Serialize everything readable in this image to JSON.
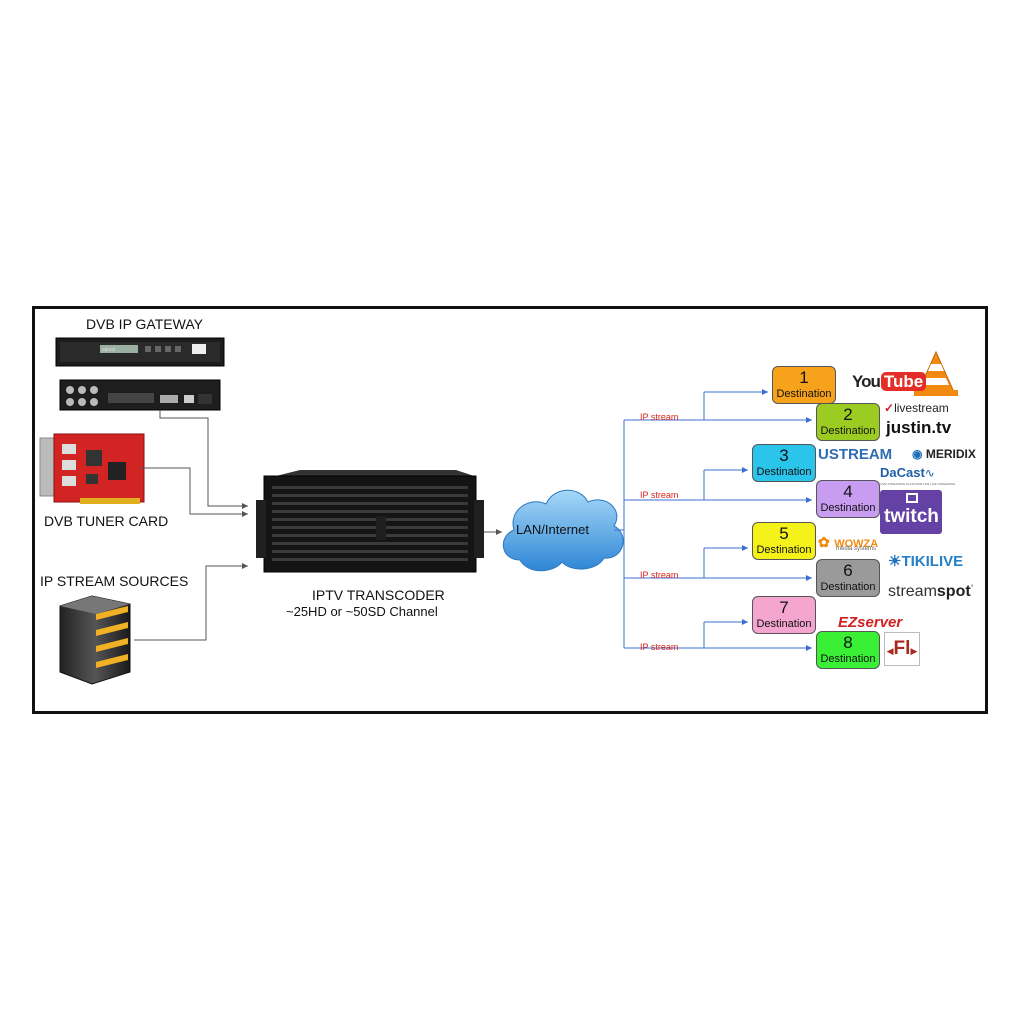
{
  "sources": {
    "gateway_label": "DVB IP GATEWAY",
    "gateway_brand": "alpsat",
    "tuner_label": "DVB TUNER CARD",
    "ip_sources_label": "IP STREAM SOURCES"
  },
  "transcoder": {
    "title": "IPTV TRANSCODER",
    "subtitle": "~25HD or ~50SD Channel"
  },
  "cloud": {
    "label": "LAN/Internet"
  },
  "stream_label": "IP stream",
  "destination_word": "Destination",
  "destinations": [
    {
      "num": "1",
      "color": "#f7a21b"
    },
    {
      "num": "2",
      "color": "#9ccc21"
    },
    {
      "num": "3",
      "color": "#2bc4ea"
    },
    {
      "num": "4",
      "color": "#c89cf0"
    },
    {
      "num": "5",
      "color": "#f5f21a"
    },
    {
      "num": "6",
      "color": "#9a9a9a"
    },
    {
      "num": "7",
      "color": "#f4a6cf"
    },
    {
      "num": "8",
      "color": "#3af035"
    }
  ],
  "logos": {
    "youtube_a": "You",
    "youtube_b": "Tube",
    "livestream": "livestream",
    "justin": "justin.tv",
    "ustream": "USTREAM",
    "meridix": "MERIDIX",
    "dacast": "DaCast",
    "dacast_tag": "LIVE STREAMING PLATFORM FOR LIVE STREAMING",
    "twitch": "twitch",
    "wowza": "WOWZA",
    "wowza_tag": "media systems",
    "tikilive": "TIKILIVE",
    "streamspot_a": "stream",
    "streamspot_b": "spot",
    "ezserver": "EZserver",
    "fl": "Fl"
  },
  "colors": {
    "wire_blue": "#3b6fd6",
    "wire_gray": "#555555",
    "stream_red": "#d9231d",
    "cloud_blue": "#3e9de3"
  }
}
